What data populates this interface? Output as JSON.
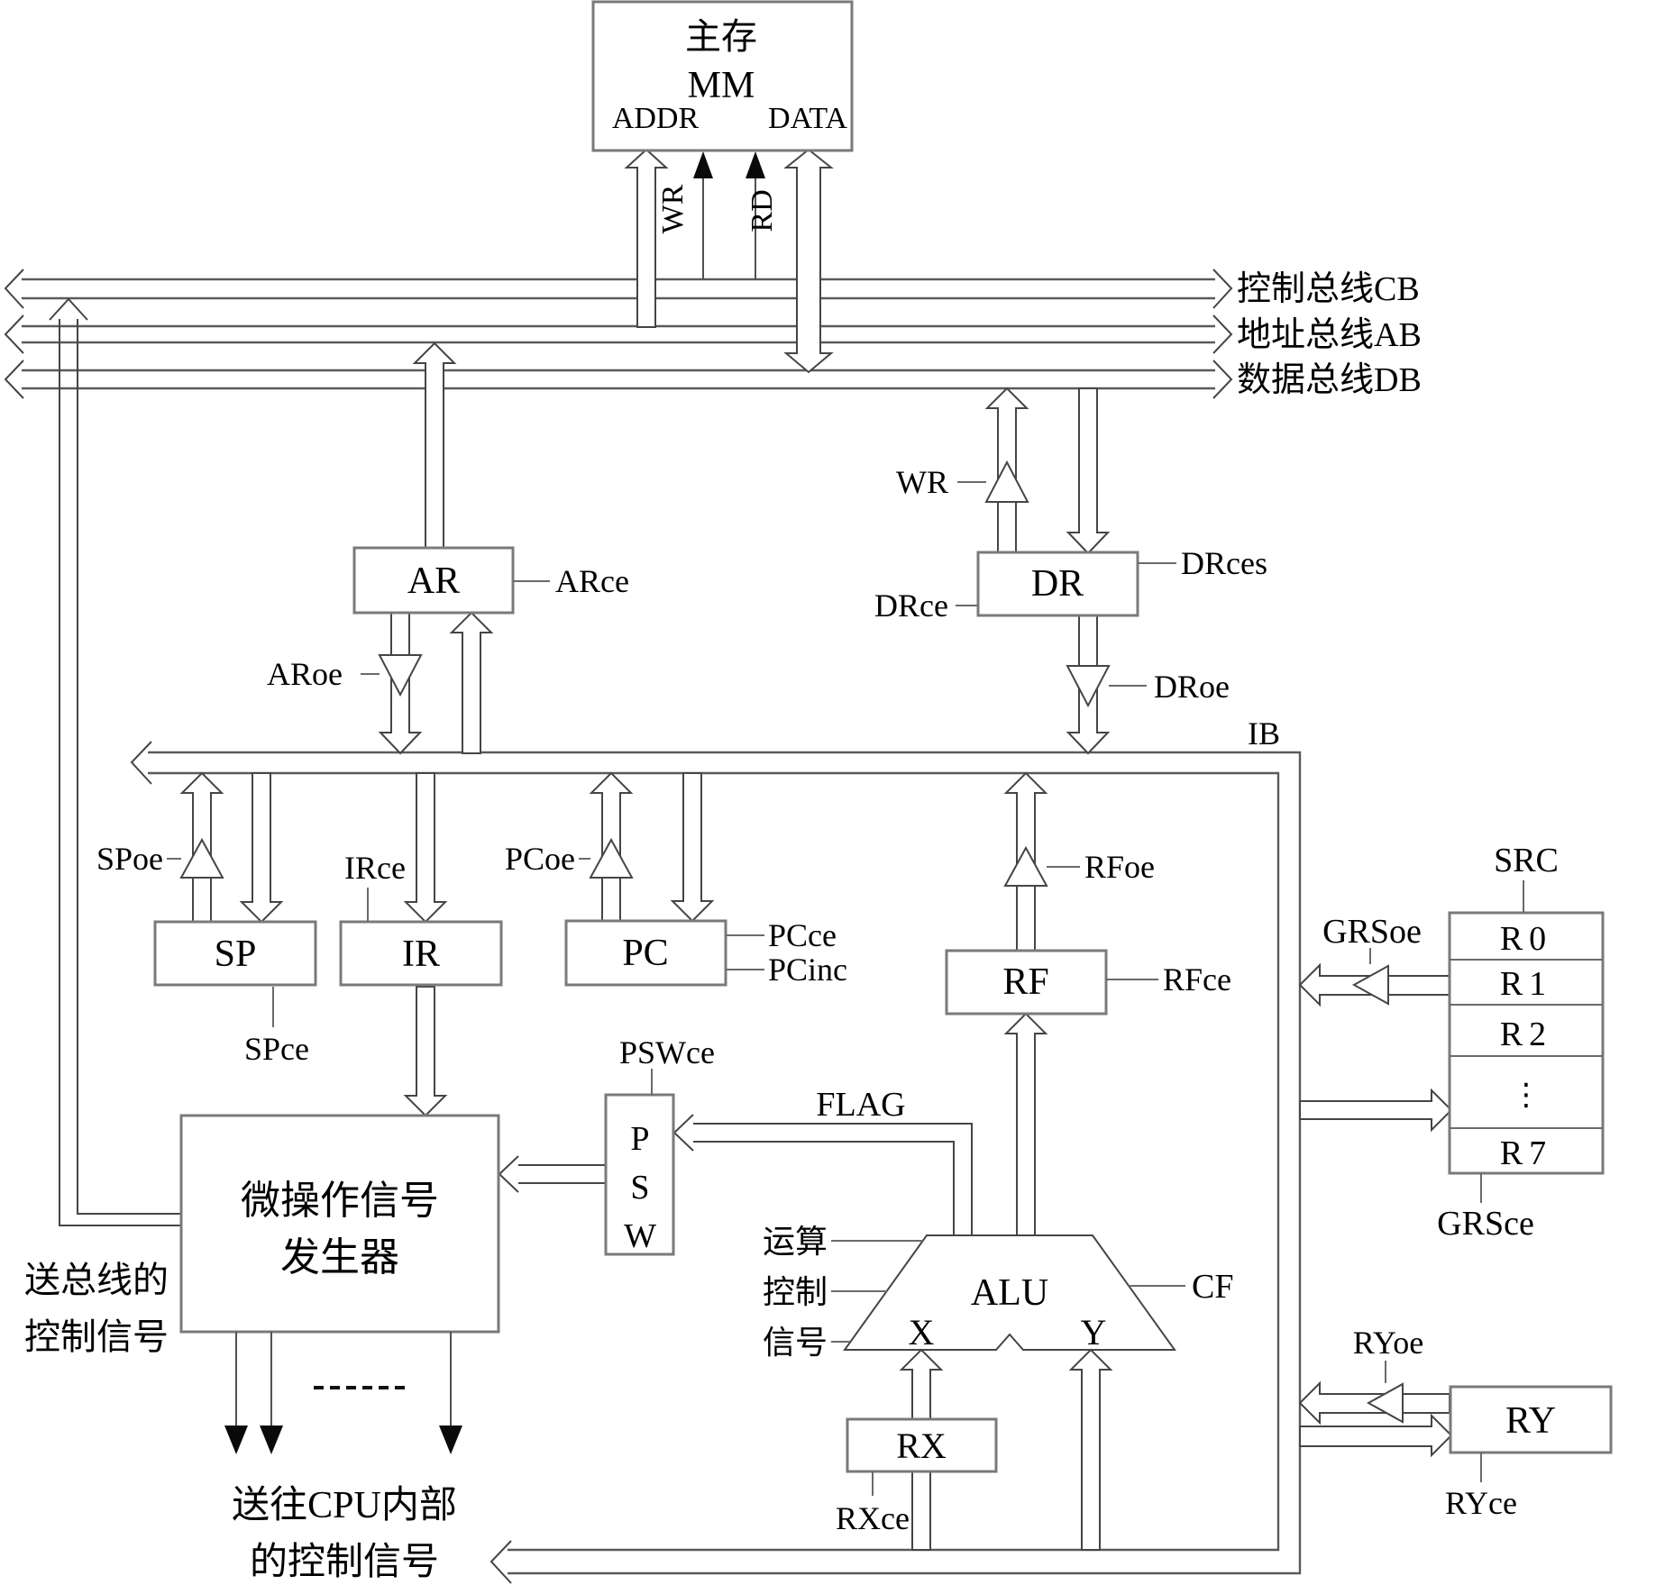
{
  "mm": {
    "title": "主存",
    "abbr": "MM",
    "port_addr": "ADDR",
    "port_data": "DATA",
    "sig_wr": "WR",
    "sig_rd": "RD"
  },
  "buses": {
    "control": "控制总线CB",
    "address": "地址总线AB",
    "data": "数据总线DB",
    "internal": "IB"
  },
  "ar": {
    "name": "AR",
    "ce": "ARce",
    "oe": "ARoe"
  },
  "dr": {
    "name": "DR",
    "ce": "DRce",
    "ces": "DRces",
    "oe": "DRoe",
    "wr_buffer": "WR"
  },
  "sp": {
    "name": "SP",
    "ce": "SPce",
    "oe": "SPoe"
  },
  "ir": {
    "name": "IR",
    "ce": "IRce"
  },
  "pc": {
    "name": "PC",
    "ce": "PCce",
    "inc": "PCinc",
    "oe": "PCoe"
  },
  "psw": {
    "letters": [
      "P",
      "S",
      "W"
    ],
    "ce": "PSWce",
    "flag": "FLAG"
  },
  "rf": {
    "name": "RF",
    "ce": "RFce",
    "oe": "RFoe"
  },
  "alu": {
    "name": "ALU",
    "in_x": "X",
    "in_y": "Y",
    "cf": "CF",
    "ctrl": [
      "运算",
      "控制",
      "信号"
    ]
  },
  "rx": {
    "name": "RX",
    "ce": "RXce"
  },
  "ry": {
    "name": "RY",
    "ce": "RYce",
    "oe": "RYoe"
  },
  "grs": {
    "src": "SRC",
    "ce": "GRSce",
    "oe": "GRSoe",
    "rows": [
      "R0",
      "R1",
      "R2",
      "⋮",
      "R7"
    ]
  },
  "generator": {
    "line1": "微操作信号",
    "line2": "发生器"
  },
  "notes": {
    "to_bus": [
      "送总线的",
      "控制信号"
    ],
    "to_cpu": [
      "送往CPU内部",
      "的控制信号"
    ]
  }
}
